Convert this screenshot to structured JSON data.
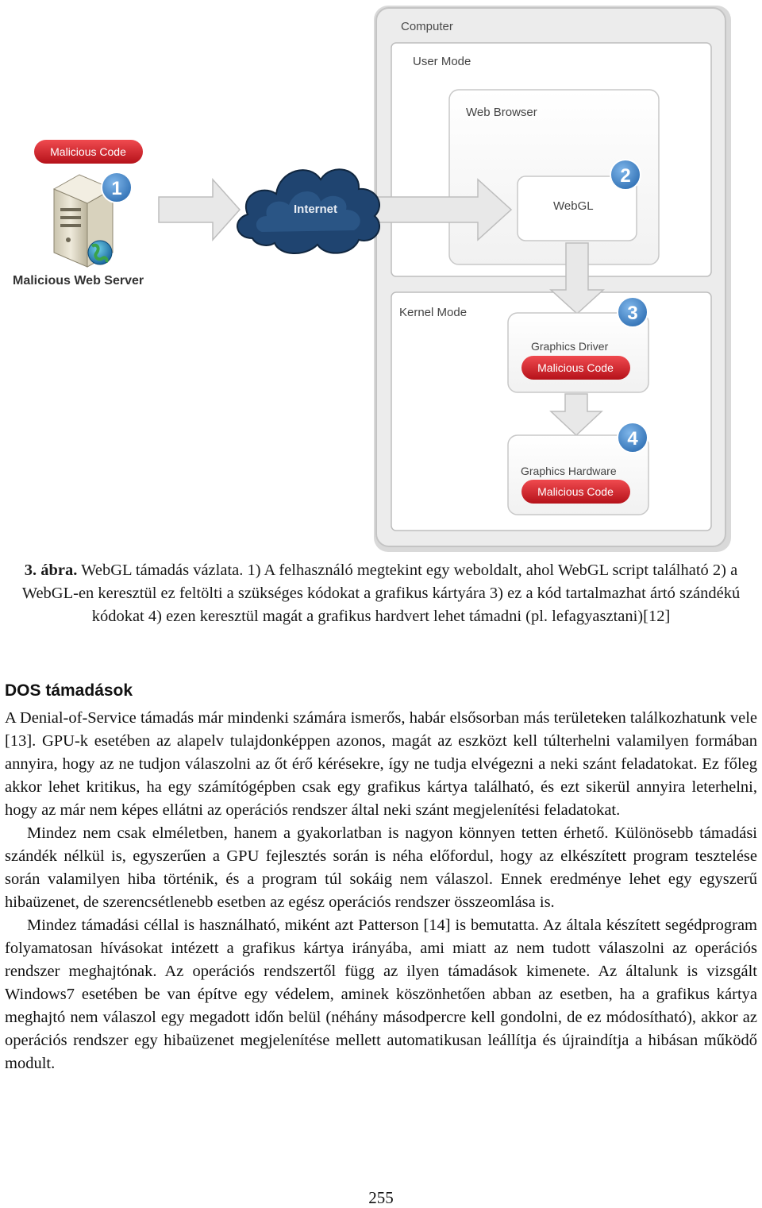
{
  "figure": {
    "computer_label": "Computer",
    "user_mode_label": "User Mode",
    "web_browser_label": "Web Browser",
    "webgl_label": "WebGL",
    "kernel_mode_label": "Kernel Mode",
    "graphics_driver_label": "Graphics Driver",
    "graphics_hardware_label": "Graphics Hardware",
    "malicious_code_label": "Malicious Code",
    "malicious_web_server_label": "Malicious Web Server",
    "internet_label": "Internet",
    "steps": [
      "1",
      "2",
      "3",
      "4"
    ],
    "colors": {
      "badge_blue": "#3f86cf",
      "malicious_red": "#d41f27",
      "arrow": "#e6e6e6",
      "cloud": "#1d3e63"
    }
  },
  "caption": {
    "label": "3. ábra.",
    "text": " WebGL támadás vázlata. 1) A felhasználó megtekint egy weboldalt, ahol WebGL script található 2) a WebGL-en keresztül ez feltölti a szükséges kódokat a grafikus kártyára 3) ez a kód tartalmazhat ártó szándékú kódokat 4) ezen keresztül magát a grafikus hardvert lehet támadni (pl. lefagyasztani)[12]"
  },
  "section": {
    "title": "DOS támadások",
    "paragraphs": [
      "A Denial-of-Service támadás már mindenki számára ismerős, habár elsősorban más területeken találkozhatunk vele [13]. GPU-k esetében az alapelv tulajdonképpen azonos, magát az eszközt kell túlterhelni valamilyen formában annyira, hogy az ne tudjon válaszolni az őt érő kérésekre, így ne tudja elvégezni a neki szánt feladatokat. Ez főleg akkor lehet kritikus, ha egy számítógépben csak egy grafikus kártya található, és ezt sikerül annyira leterhelni, hogy az már nem képes ellátni az operációs rendszer által neki szánt megjelenítési feladatokat.",
      "Mindez nem csak elméletben, hanem a gyakorlatban is nagyon könnyen tetten érhető. Különösebb támadási szándék nélkül is, egyszerűen a GPU fejlesztés során is néha előfordul, hogy az elkészített program tesztelése során valamilyen hiba történik, és a program túl sokáig nem válaszol. Ennek eredménye lehet egy egyszerű hibaüzenet, de szerencsétlenebb esetben az egész operációs rendszer összeomlása is.",
      "Mindez támadási céllal is használható, miként azt Patterson [14] is bemutatta. Az általa készített segédprogram folyamatosan hívásokat intézett a grafikus kártya irányába, ami miatt az nem tudott válaszolni az operációs rendszer meghajtónak. Az operációs rendszertől függ az ilyen támadások kimenete. Az általunk is vizsgált Windows7 esetében be van építve egy védelem, aminek köszönhetően abban az esetben, ha a grafikus kártya meghajtó nem válaszol egy megadott időn belül (néhány másodpercre kell gondolni, de ez módosítható), akkor az operációs rendszer egy hibaüzenet megjelenítése mellett automatikusan leállítja és újraindítja a hibásan működő modult."
    ]
  },
  "page_number": "255"
}
